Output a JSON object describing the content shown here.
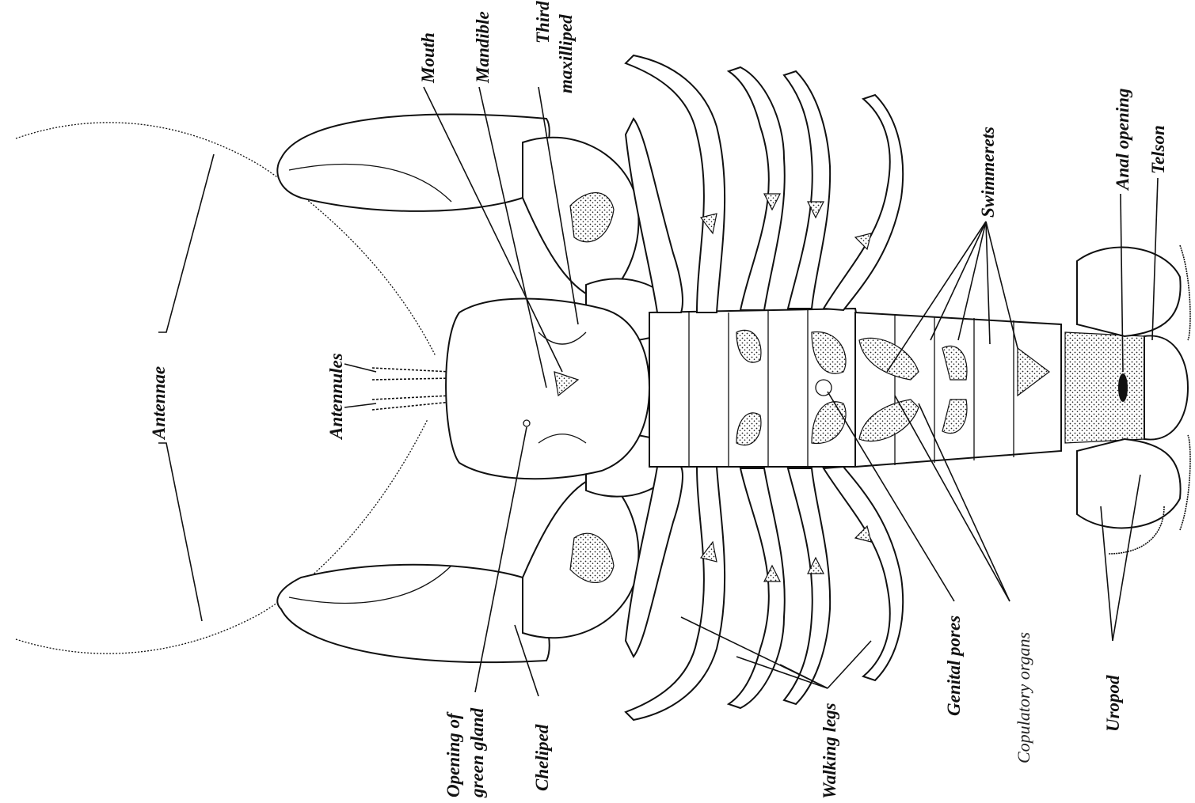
{
  "labels": {
    "antennae": "Antennae",
    "antennules": "Antennules",
    "mouth": "Mouth",
    "mandible": "Mandible",
    "third_maxilliped_1": "Third",
    "third_maxilliped_2": "maxilliped",
    "swimmerets": "Swimmerets",
    "anal_opening": "Anal opening",
    "telson": "Telson",
    "opening_green_gland_1": "Opening of",
    "opening_green_gland_2": "green gland",
    "cheliped": "Cheliped",
    "walking_legs": "Walking legs",
    "genital_pores": "Genital pores",
    "copulatory_organs": "Copulatory organs",
    "uropod": "Uropod"
  }
}
